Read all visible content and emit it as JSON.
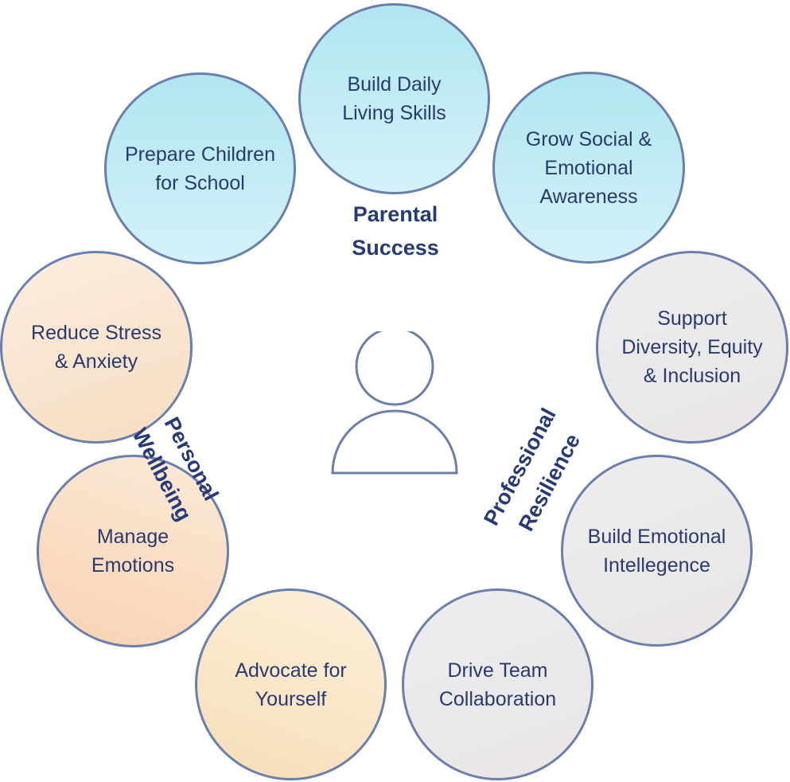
{
  "groups": {
    "parental": "Parental\nSuccess",
    "personal": "Personal\nWellbeing",
    "professional": "Professional\nResilience"
  },
  "circles": {
    "school": "Prepare Children\nfor School",
    "daily": "Build Daily\nLiving Skills",
    "social": "Grow Social &\nEmotional\nAwareness",
    "diversity": "Support\nDiversity, Equity\n& Inclusion",
    "emotional": "Build Emotional\nIntellegence",
    "team": "Drive Team\nCollaboration",
    "advocate": "Advocate for\nYourself",
    "manage": "Manage\nEmotions",
    "stress": "Reduce Stress\n& Anxiety"
  },
  "colors": {
    "outline": "#6a7fae",
    "text": "#283a6e",
    "parental": "#b0e6f1",
    "personal": "#f8dcc0",
    "professional": "#ececf0"
  },
  "icons": {
    "center": "person-icon"
  }
}
